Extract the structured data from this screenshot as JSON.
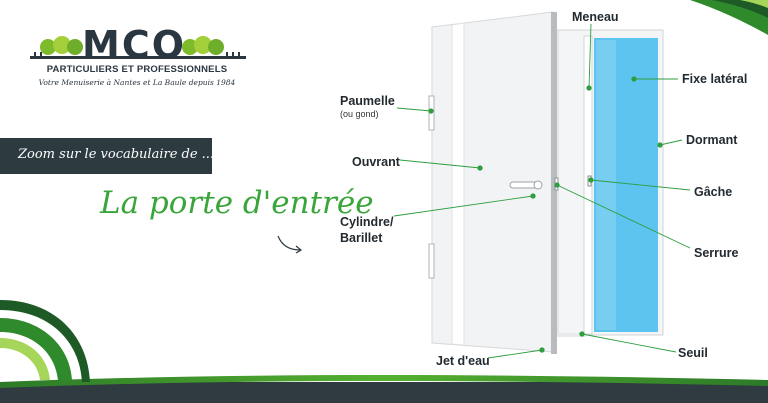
{
  "brand": {
    "name": "MCO",
    "tagline": "PARTICULIERS ET PROFESSIONNELS",
    "subtagline": "Votre Menuiserie à Nantes et La Baule depuis 1984",
    "logo_color": "#2a3640",
    "tree_color": "#7dbb2b"
  },
  "banner": {
    "text": "Zoom sur le vocabulaire de ...",
    "background": "#2d3a40"
  },
  "title": {
    "text": "La porte d'entrée",
    "color": "#3aa53a"
  },
  "diagram": {
    "accent": "#2e9e3e",
    "glass_color": "#5cc4ee",
    "labels": {
      "meneau": "Meneau",
      "fixe_lateral": "Fixe latéral",
      "paumelle": "Paumelle",
      "paumelle_note": "(ou gond)",
      "dormant": "Dormant",
      "ouvrant": "Ouvrant",
      "gache": "Gâche",
      "cylindre_1": "Cylindre/",
      "cylindre_2": "Barillet",
      "serrure": "Serrure",
      "seuil": "Seuil",
      "jet_deau": "Jet d'eau"
    }
  }
}
